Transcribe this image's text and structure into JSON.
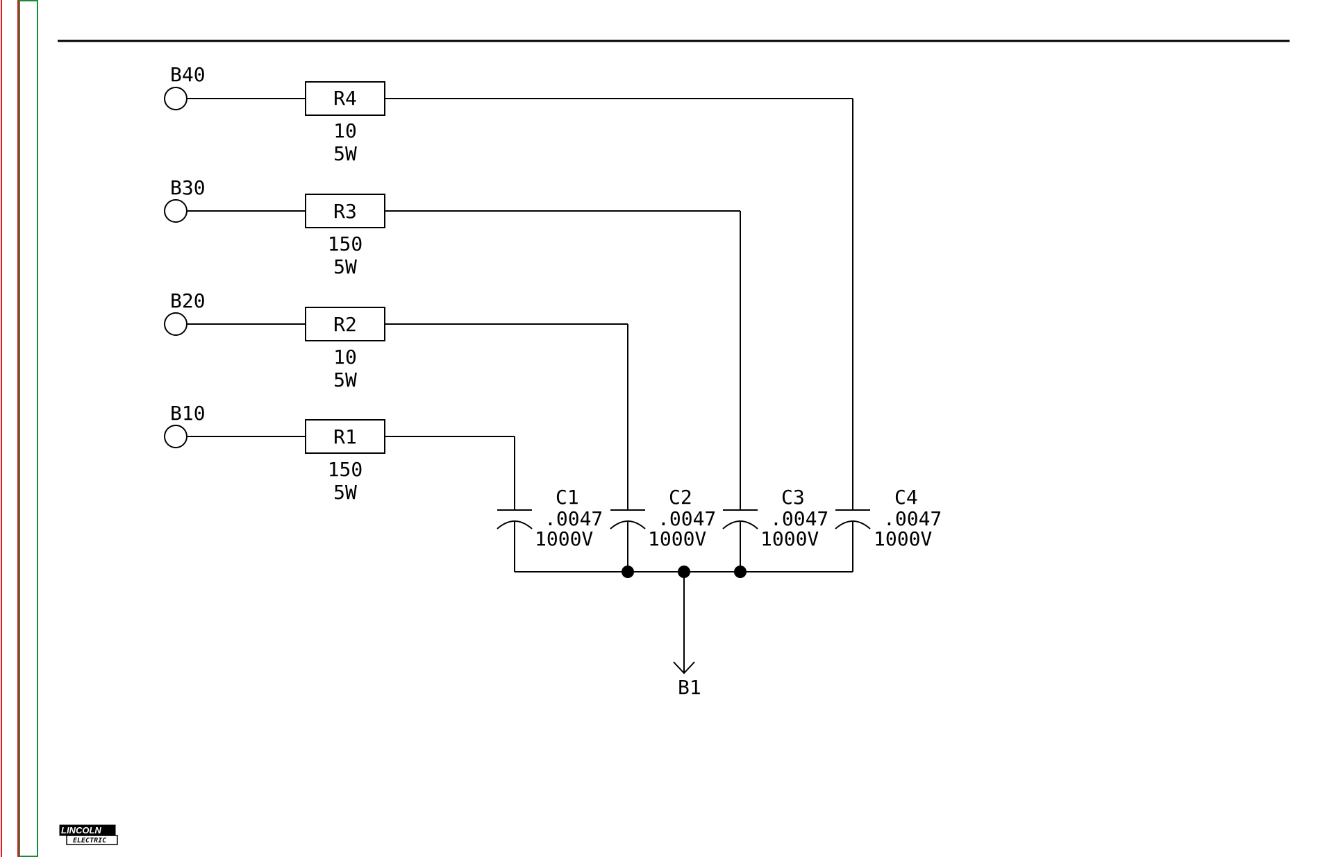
{
  "colors": {
    "border_red": "#e8141b",
    "border_green": "#1a8a3a",
    "ink": "#000000"
  },
  "logo": {
    "line1": "LINCOLN",
    "line2": "ELECTRIC",
    "mark": "®"
  },
  "terminals": [
    {
      "id": "b40",
      "label": "B40"
    },
    {
      "id": "b30",
      "label": "B30"
    },
    {
      "id": "b20",
      "label": "B20"
    },
    {
      "id": "b10",
      "label": "B10"
    }
  ],
  "resistors": [
    {
      "id": "r4",
      "ref": "R4",
      "value": "10",
      "power": "5W"
    },
    {
      "id": "r3",
      "ref": "R3",
      "value": "150",
      "power": "5W"
    },
    {
      "id": "r2",
      "ref": "R2",
      "value": "10",
      "power": "5W"
    },
    {
      "id": "r1",
      "ref": "R1",
      "value": "150",
      "power": "5W"
    }
  ],
  "capacitors": [
    {
      "id": "c1",
      "ref": "C1",
      "value": ".0047",
      "voltage": "1000V"
    },
    {
      "id": "c2",
      "ref": "C2",
      "value": ".0047",
      "voltage": "1000V"
    },
    {
      "id": "c3",
      "ref": "C3",
      "value": ".0047",
      "voltage": "1000V"
    },
    {
      "id": "c4",
      "ref": "C4",
      "value": ".0047",
      "voltage": "1000V"
    }
  ],
  "output": {
    "label": "B1"
  }
}
